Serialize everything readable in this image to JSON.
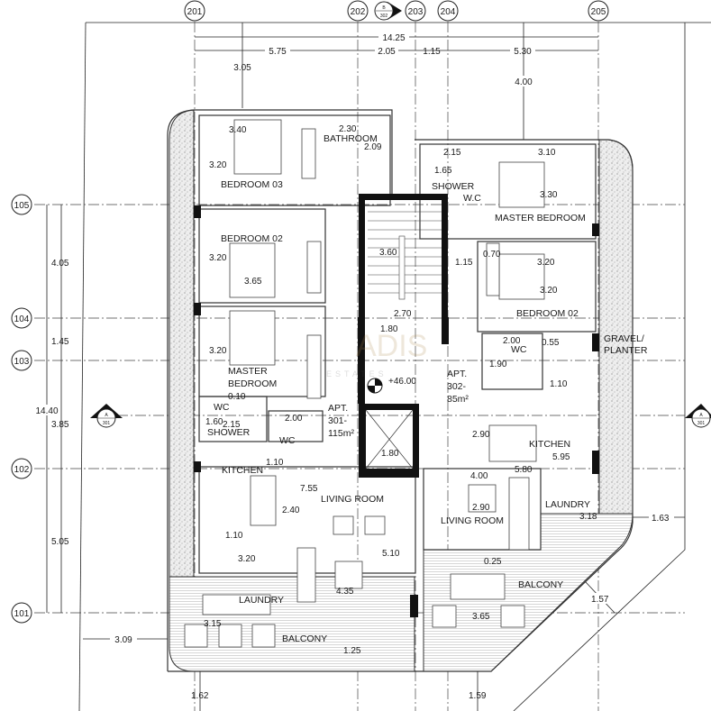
{
  "grid": {
    "columns": [
      "201",
      "202",
      "203",
      "204",
      "205"
    ],
    "rows": [
      "105",
      "104",
      "103",
      "102",
      "101"
    ]
  },
  "section_markers": [
    {
      "label": "B",
      "sheet": "302"
    },
    {
      "label": "A",
      "sheet": "301"
    },
    {
      "label": "A",
      "sheet": "301"
    }
  ],
  "dimensions": {
    "top_overall": "14.25",
    "top_segments": [
      "5.75",
      "2.05",
      "1.15",
      "5.30"
    ],
    "left_overall": "14.40",
    "left_segments": [
      "4.05",
      "1.45",
      "3.85",
      "5.05"
    ],
    "outside": [
      "3.05",
      "4.00",
      "3.09",
      "1.62",
      "1.59",
      "1.63",
      "1.57"
    ]
  },
  "level": "+46.00",
  "watermark": {
    "logo": "ADIS",
    "sub": "ESTATES"
  },
  "apt301": {
    "name": "APT.",
    "number": "301-",
    "area": "115m²",
    "rooms": [
      "BATHROOM",
      "BEDROOM 03",
      "BEDROOM 02",
      "MASTER",
      "BEDROOM",
      "WC",
      "SHOWER",
      "WC",
      "KITCHEN",
      "LIVING ROOM",
      "LAUNDRY",
      "BALCONY"
    ],
    "dims": [
      "3.40",
      "2.30",
      "2.09",
      "3.20",
      "3.20",
      "3.65",
      "3.20",
      "0.10",
      "1.60",
      "2.15",
      "2.00",
      "1.10",
      "7.55",
      "2.40",
      "1.10",
      "3.20",
      "4.35",
      "5.10",
      "3.15",
      "1.25"
    ]
  },
  "core": {
    "dims": [
      "3.60",
      "2.70",
      "1.80",
      "1.80"
    ]
  },
  "apt302": {
    "name": "APT.",
    "number": "302-",
    "area": "85m²",
    "rooms": [
      "SHOWER",
      "W.C",
      "MASTER BEDROOM",
      "BEDROOM 02",
      "WC",
      "KITCHEN",
      "LIVING ROOM",
      "LAUNDRY",
      "BALCONY"
    ],
    "dims": [
      "2.15",
      "3.10",
      "1.65",
      "3.30",
      "1.15",
      "0.70",
      "3.20",
      "3.20",
      "2.00",
      "0.55",
      "1.90",
      "1.10",
      "2.90",
      "5.95",
      "4.00",
      "5.80",
      "2.90",
      "3.18",
      "0.25",
      "3.65"
    ]
  },
  "gravel": {
    "line1": "GRAVEL/",
    "line2": "PLANTER"
  }
}
